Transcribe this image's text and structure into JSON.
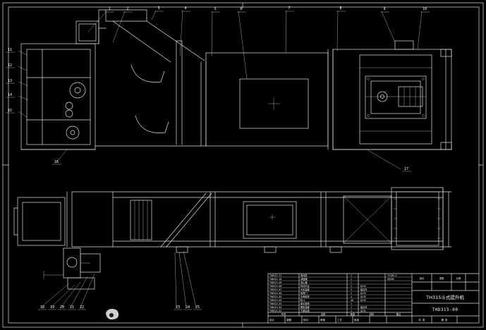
{
  "drawing": {
    "callouts": {
      "top": [
        "1",
        "2",
        "3",
        "4",
        "5",
        "6",
        "7",
        "8",
        "9",
        "10"
      ],
      "left": [
        "11",
        "12",
        "13",
        "14",
        "15"
      ],
      "mid": [
        "16",
        "17"
      ],
      "bottom_left": [
        "18",
        "19",
        "20",
        "21",
        "22"
      ],
      "bottom_mid": [
        "23",
        "24",
        "25"
      ]
    }
  },
  "title_block": {
    "title": "TH315斗式提升机",
    "drawing_no": "THD315-00",
    "columns": [
      "代号",
      "名称",
      "数量",
      "材料",
      "备注"
    ],
    "top_cells": [
      "标记",
      "重量",
      "比例"
    ],
    "bottom_left_cells": [
      "设计",
      "制图",
      "校对",
      "审核",
      "工艺",
      "批准"
    ],
    "bottom_right_cells": [
      "共 张",
      "第 张"
    ],
    "parts": [
      {
        "code": "THD315-11",
        "name": "电动机",
        "qty": "1",
        "material": "",
        "note": "Y132M-4"
      },
      {
        "code": "THD315-10",
        "name": "减速器",
        "qty": "1",
        "material": "",
        "note": "ZQ350"
      },
      {
        "code": "THD315-09",
        "name": "逆止器",
        "qty": "1",
        "material": "",
        "note": ""
      },
      {
        "code": "THD315-08",
        "name": "传动平台",
        "qty": "1",
        "material": "Q235",
        "note": ""
      },
      {
        "code": "THD315-07",
        "name": "头轮装置",
        "qty": "1",
        "material": "组合件",
        "note": ""
      },
      {
        "code": "THD315-06",
        "name": "检视门",
        "qty": "2",
        "material": "Q235",
        "note": ""
      },
      {
        "code": "THD315-05",
        "name": "中间机壳",
        "qty": "4",
        "material": "Q235",
        "note": ""
      },
      {
        "code": "THD315-04",
        "name": "料斗",
        "qty": "46",
        "material": "Q235",
        "note": ""
      },
      {
        "code": "THD315-03",
        "name": "牵引胶带",
        "qty": "1",
        "material": "",
        "note": ""
      },
      {
        "code": "THD315-02",
        "name": "尾轮装置",
        "qty": "1",
        "material": "组合件",
        "note": ""
      },
      {
        "code": "THD315-01",
        "name": "下部区段",
        "qty": "1",
        "material": "Q235",
        "note": ""
      }
    ]
  }
}
